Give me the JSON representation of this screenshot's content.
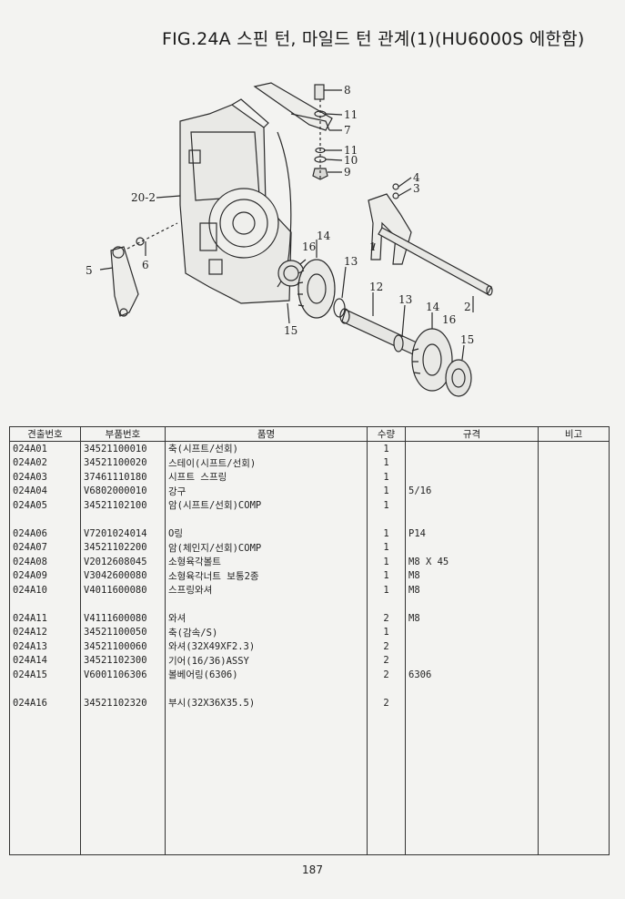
{
  "title": "FIG.24A 스핀 턴, 마일드 턴 관계(1)(HU6000S 에한함)",
  "diagram": {
    "callouts": [
      "8",
      "11",
      "7",
      "11",
      "10",
      "9",
      "4",
      "3",
      "20-2",
      "5",
      "6",
      "16",
      "14",
      "13",
      "1",
      "12",
      "13",
      "14",
      "16",
      "15",
      "15",
      "2"
    ]
  },
  "table": {
    "headers": [
      "견출번호",
      "부품번호",
      "품명",
      "수량",
      "규격",
      "비고"
    ],
    "groups": [
      [
        {
          "id": "024A01",
          "part": "34521100010",
          "name": "축(시프트/선회)",
          "qty": "1",
          "spec": ""
        },
        {
          "id": "024A02",
          "part": "34521100020",
          "name": "스테이(시프트/선회)",
          "qty": "1",
          "spec": ""
        },
        {
          "id": "024A03",
          "part": "37461110180",
          "name": "시프트 스프링",
          "qty": "1",
          "spec": ""
        },
        {
          "id": "024A04",
          "part": "V6802000010",
          "name": "강구",
          "qty": "1",
          "spec": "5/16"
        },
        {
          "id": "024A05",
          "part": "34521102100",
          "name": "암(시프트/선회)COMP",
          "qty": "1",
          "spec": ""
        }
      ],
      [
        {
          "id": "024A06",
          "part": "V7201024014",
          "name": "O링",
          "qty": "1",
          "spec": "P14"
        },
        {
          "id": "024A07",
          "part": "34521102200",
          "name": "암(체인지/선회)COMP",
          "qty": "1",
          "spec": ""
        },
        {
          "id": "024A08",
          "part": "V2012608045",
          "name": "소형육각볼트",
          "qty": "1",
          "spec": "M8 X 45"
        },
        {
          "id": "024A09",
          "part": "V3042600080",
          "name": "소형육각너트 보통2종",
          "qty": "1",
          "spec": "M8"
        },
        {
          "id": "024A10",
          "part": "V4011600080",
          "name": "스프링와셔",
          "qty": "1",
          "spec": "M8"
        }
      ],
      [
        {
          "id": "024A11",
          "part": "V4111600080",
          "name": "와셔",
          "qty": "2",
          "spec": "M8"
        },
        {
          "id": "024A12",
          "part": "34521100050",
          "name": "축(감속/S)",
          "qty": "1",
          "spec": ""
        },
        {
          "id": "024A13",
          "part": "34521100060",
          "name": "와셔(32X49XF2.3)",
          "qty": "2",
          "spec": ""
        },
        {
          "id": "024A14",
          "part": "34521102300",
          "name": "기어(16/36)ASSY",
          "qty": "2",
          "spec": ""
        },
        {
          "id": "024A15",
          "part": "V6001106306",
          "name": "볼베어링(6306)",
          "qty": "2",
          "spec": "6306"
        }
      ],
      [
        {
          "id": "024A16",
          "part": "34521102320",
          "name": "부시(32X36X35.5)",
          "qty": "2",
          "spec": ""
        }
      ]
    ]
  },
  "page_number": "187"
}
